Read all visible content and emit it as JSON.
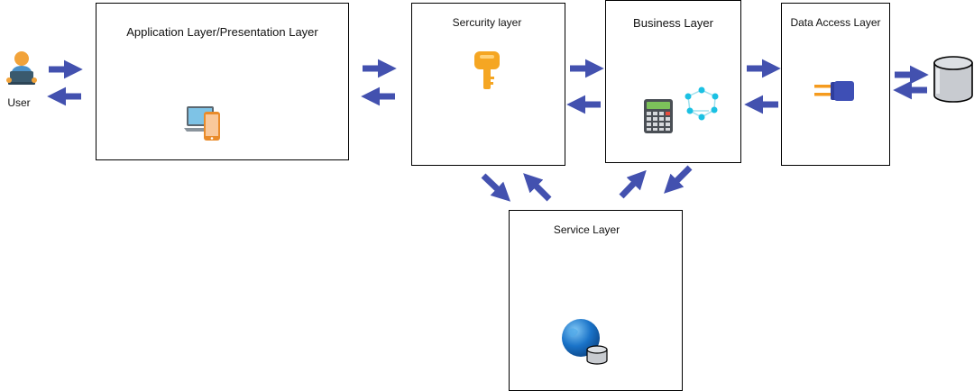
{
  "user": {
    "label": "User"
  },
  "layers": {
    "application": {
      "title": "Application Layer/Presentation Layer"
    },
    "security": {
      "title": "Sercurity layer"
    },
    "business": {
      "title": "Business Layer"
    },
    "data_access": {
      "title": "Data Access Layer"
    },
    "service": {
      "title": "Service Layer"
    }
  },
  "colors": {
    "arrow": "#4351AF",
    "box_border": "#000000",
    "key": "#F5A623",
    "user_head": "#F2A33A",
    "user_laptop": "#3A5A6E",
    "connector_plug": "#3E4FB5",
    "connector_pins": "#F59B1E",
    "globe": "#1A73C8",
    "cylinder": "#C8CBD0",
    "calculator_display": "#7CC15A",
    "graph_nodes": "#1BC1E3"
  },
  "icons": {
    "user": "user-with-laptop-icon",
    "application": "laptop-and-phone-icon",
    "security": "key-icon",
    "business_1": "calculator-icon",
    "business_2": "network-graph-icon",
    "data_access": "connector-plug-icon",
    "database": "database-cylinder-icon",
    "service": "globe-database-icon"
  }
}
